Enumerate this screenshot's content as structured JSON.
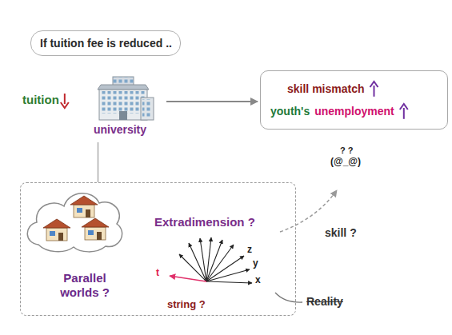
{
  "diagram": {
    "nodes": [
      {
        "text": [
          "If tuition fee is reduced .."
        ]
      },
      {
        "text": [
          "university"
        ]
      },
      {
        "text": [
          "skill mismatch",
          "youth's",
          "unemployment"
        ]
      },
      {
        "text": [
          "Parallel worlds ?",
          "Extradimension ?",
          "string ?"
        ]
      }
    ],
    "edges": [
      {
        "from": 1,
        "to": 2,
        "arrow": "to"
      },
      {
        "from": 1,
        "to": 3,
        "arrow": "none"
      }
    ],
    "labels": [
      "tuition",
      "? ?",
      "(@_@)",
      "skill ?",
      "Reality",
      "t",
      "z",
      "y",
      "x"
    ]
  }
}
